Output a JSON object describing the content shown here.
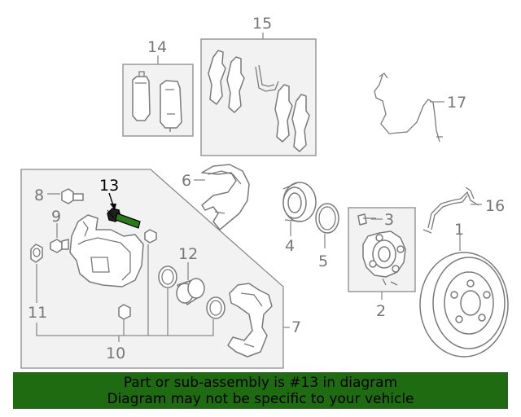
{
  "callouts": {
    "c1": "1",
    "c2": "2",
    "c3": "3",
    "c4": "4",
    "c5": "5",
    "c6": "6",
    "c7": "7",
    "c8": "8",
    "c9": "9",
    "c10": "10",
    "c11": "11",
    "c12": "12",
    "c13": "13",
    "c14": "14",
    "c15": "15",
    "c16": "16",
    "c17": "17"
  },
  "highlight_part": "13",
  "colors": {
    "banner": "#1e6b12",
    "highlight": "#000000",
    "callout": "#777777",
    "line": "#7a7a7a"
  },
  "banner": {
    "line1": "Part or sub-assembly is #13 in diagram",
    "line2": "Diagram may not be specific to your vehicle"
  }
}
